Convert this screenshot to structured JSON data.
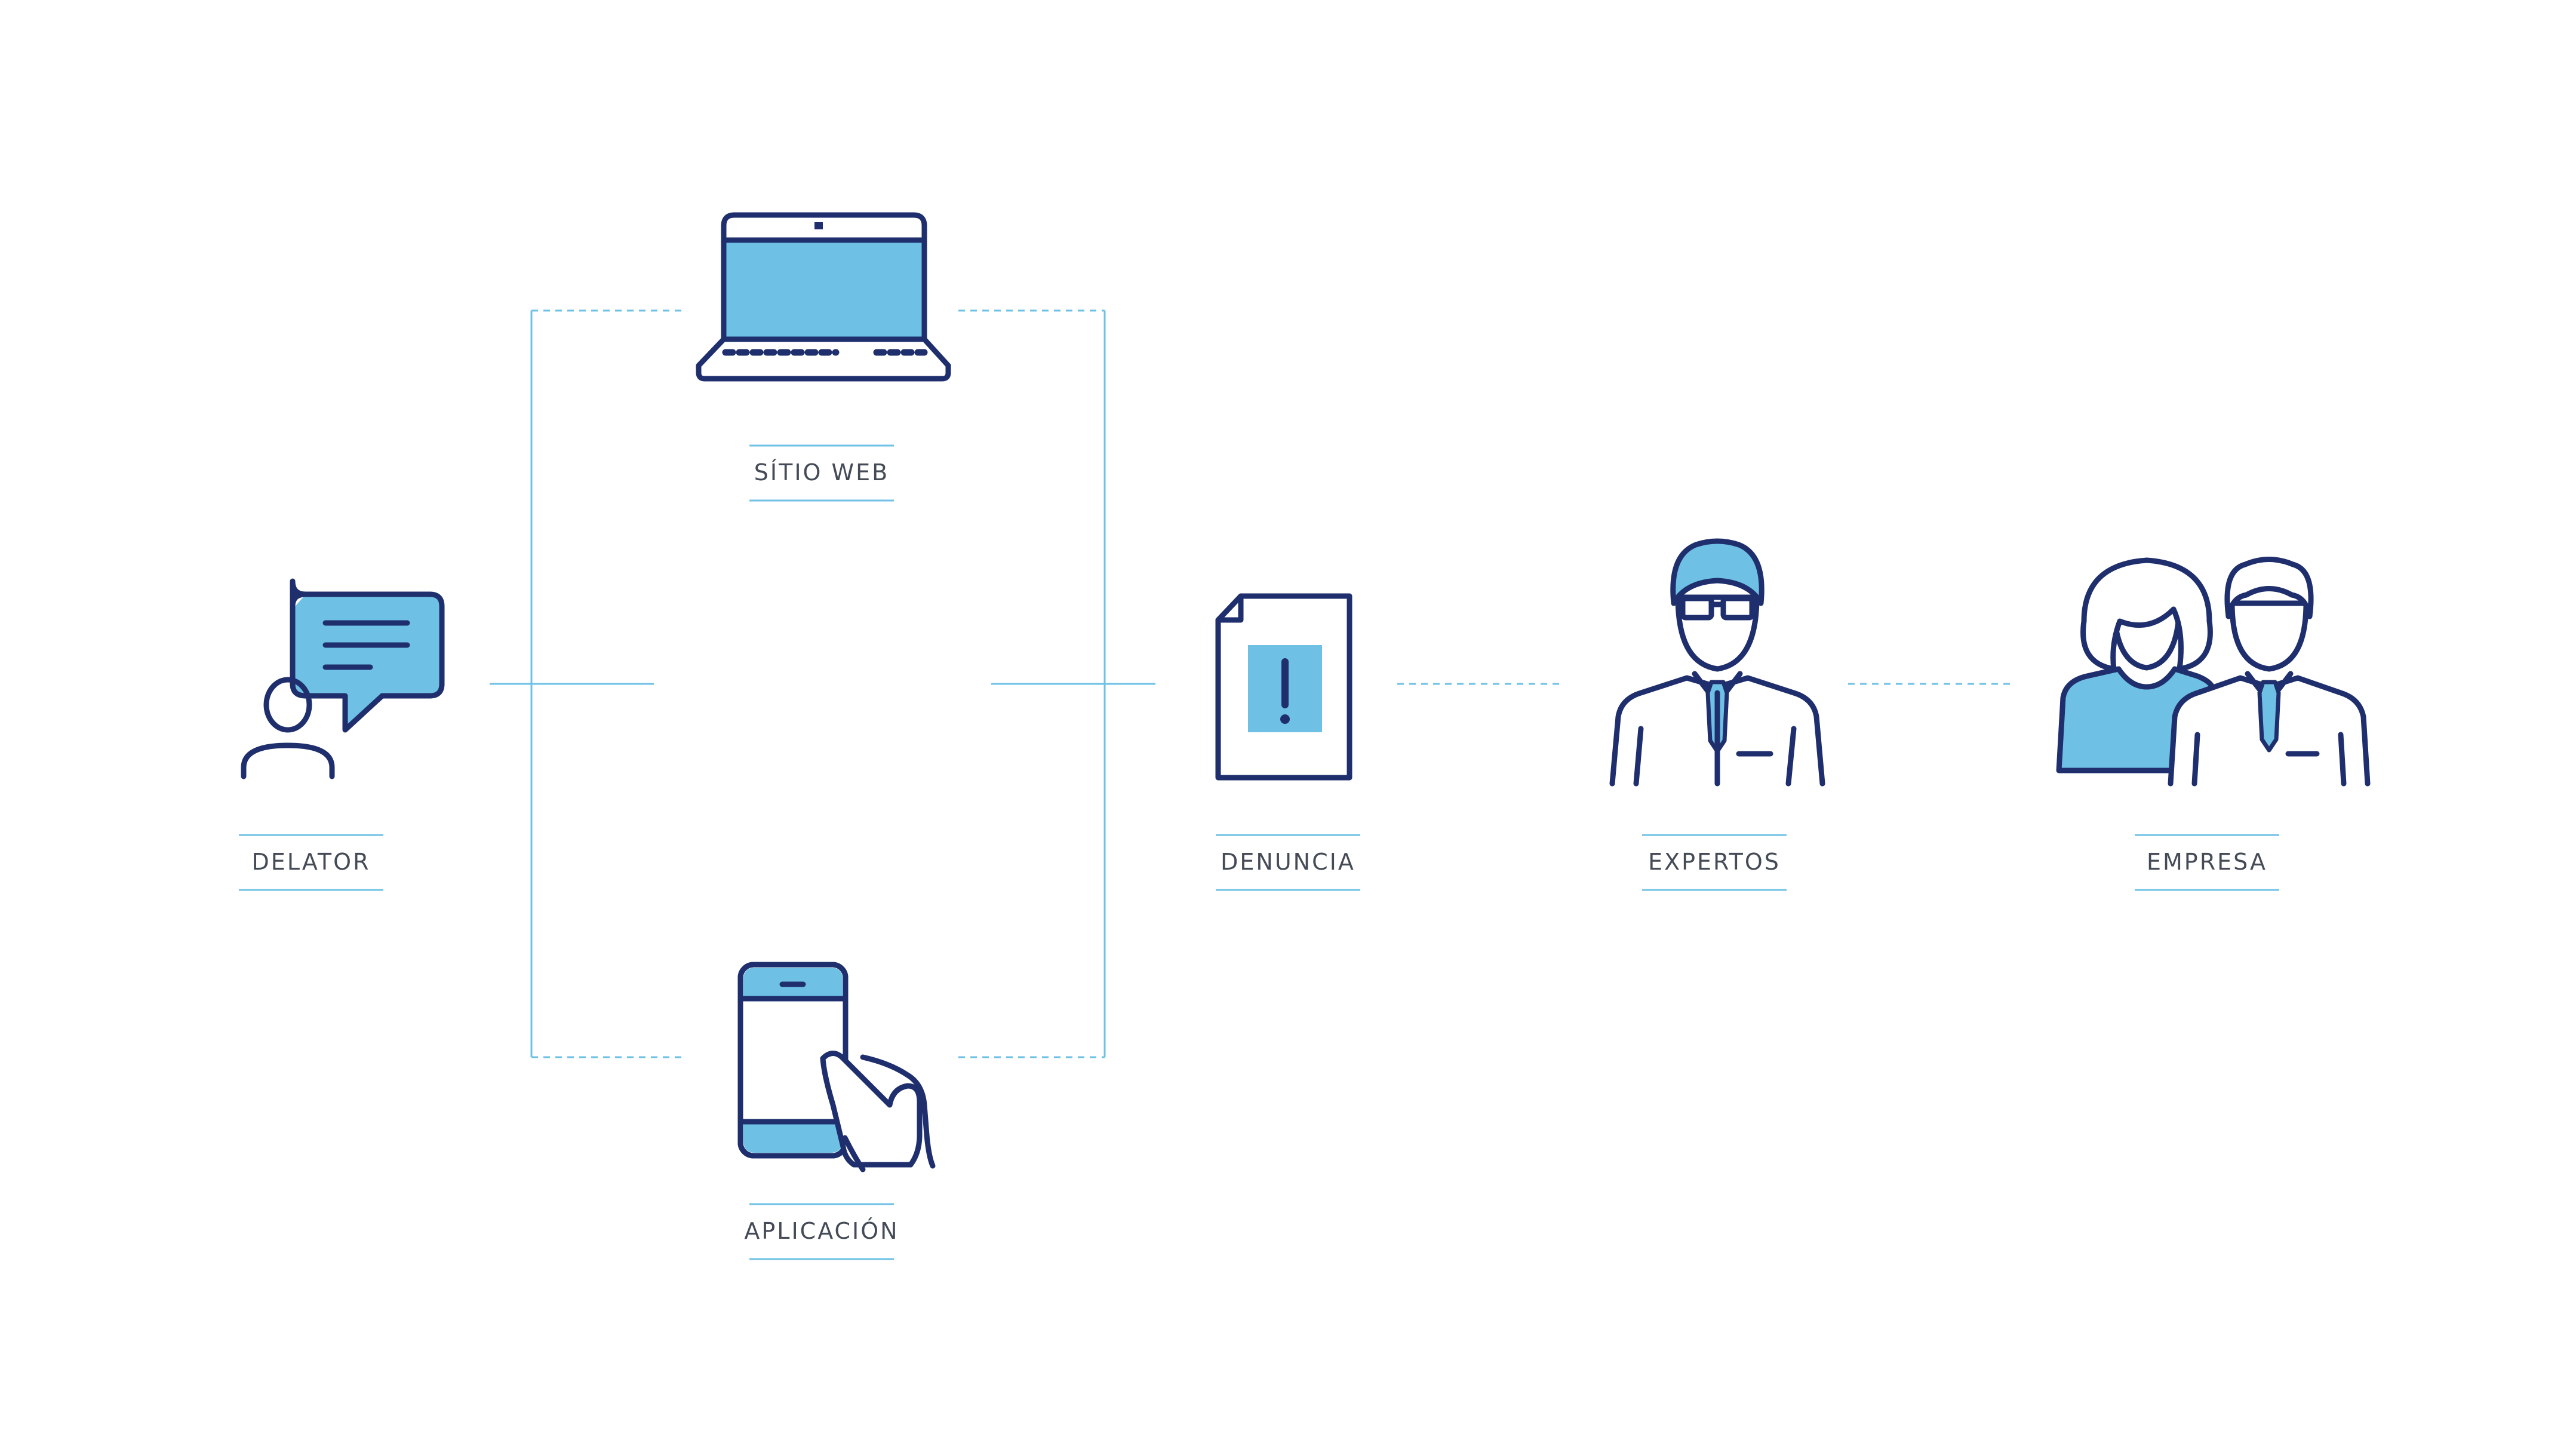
{
  "colors": {
    "accent": "#6ec1e4",
    "outline": "#1f2f6d",
    "label_text": "#444b56",
    "background": "#ffffff"
  },
  "nodes": {
    "delator": {
      "label": "DELATOR",
      "icon": "person-speech-bubble-icon"
    },
    "sitio_web": {
      "label": "SÍTIO WEB",
      "icon": "laptop-icon"
    },
    "aplicacion": {
      "label": "APLICACIÓN",
      "icon": "smartphone-hand-icon"
    },
    "denuncia": {
      "label": "DENUNCIA",
      "icon": "document-alert-icon"
    },
    "expertos": {
      "label": "EXPERTOS",
      "icon": "expert-person-icon"
    },
    "empresa": {
      "label": "EMPRESA",
      "icon": "people-group-icon"
    }
  }
}
